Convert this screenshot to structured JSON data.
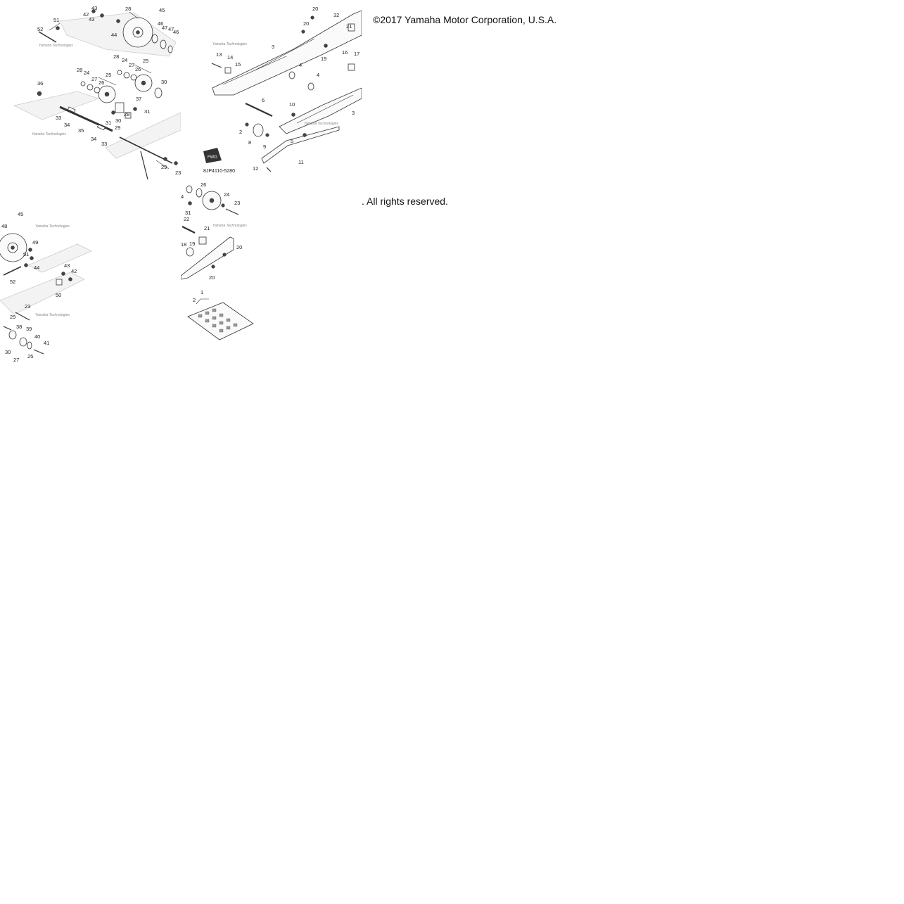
{
  "copyright_line": "©2017 Yamaha Motor Corporation, U.S.A.",
  "rights_line": ". All rights reserved.",
  "diagram_code": "8JP4110-5280",
  "fwd_label": "FWD",
  "brand_watermark": "Yamaha Technologies",
  "callouts_top_left": [
    "42",
    "43",
    "28",
    "45",
    "51",
    "52",
    "44",
    "46",
    "47",
    "47",
    "46",
    "28",
    "24",
    "27",
    "25",
    "28",
    "24",
    "27",
    "25",
    "26",
    "26",
    "30",
    "36",
    "37",
    "31",
    "31",
    "28",
    "33",
    "34",
    "35",
    "34",
    "33",
    "29",
    "30",
    "29",
    "23"
  ],
  "callouts_top_right": [
    "20",
    "32",
    "20",
    "21",
    "3",
    "13",
    "14",
    "15",
    "16",
    "17",
    "4",
    "4",
    "19",
    "6",
    "10",
    "2",
    "8",
    "9",
    "5",
    "3",
    "11",
    "12"
  ],
  "callouts_bottom_left": [
    "45",
    "48",
    "49",
    "51",
    "44",
    "43",
    "42",
    "52",
    "50",
    "23",
    "29",
    "38",
    "39",
    "40",
    "41",
    "30",
    "27",
    "25"
  ],
  "callouts_bottom_mid": [
    "26",
    "24",
    "23",
    "31",
    "22",
    "21",
    "18",
    "19",
    "20",
    "20",
    "1",
    "2"
  ]
}
